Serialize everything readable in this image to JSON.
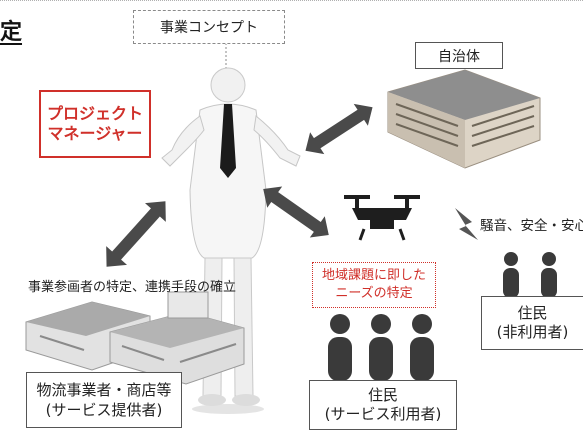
{
  "title_fragment": "定",
  "concept_label": "事業コンセプト",
  "pm_label": {
    "line1": "プロジェクト",
    "line2": "マネージャー"
  },
  "municipality_label": "自治体",
  "noise_label": "騒音、安全・安心",
  "needs_label": {
    "line1": "地域課題に即した",
    "line2": "ニーズの特定"
  },
  "participants_label": "事業参画者の特定、連携手段の確立",
  "resident_nonuser": {
    "line1": "住民",
    "line2": "(非利用者)"
  },
  "logistics": {
    "line1": "物流事業者・商店等",
    "line2": "(サービス提供者)"
  },
  "resident_user": {
    "line1": "住民",
    "line2": "(サービス利用者)"
  },
  "colors": {
    "accent_red": "#d0302a",
    "arrow": "#4a4a4a",
    "person": "#3a3a3a"
  }
}
